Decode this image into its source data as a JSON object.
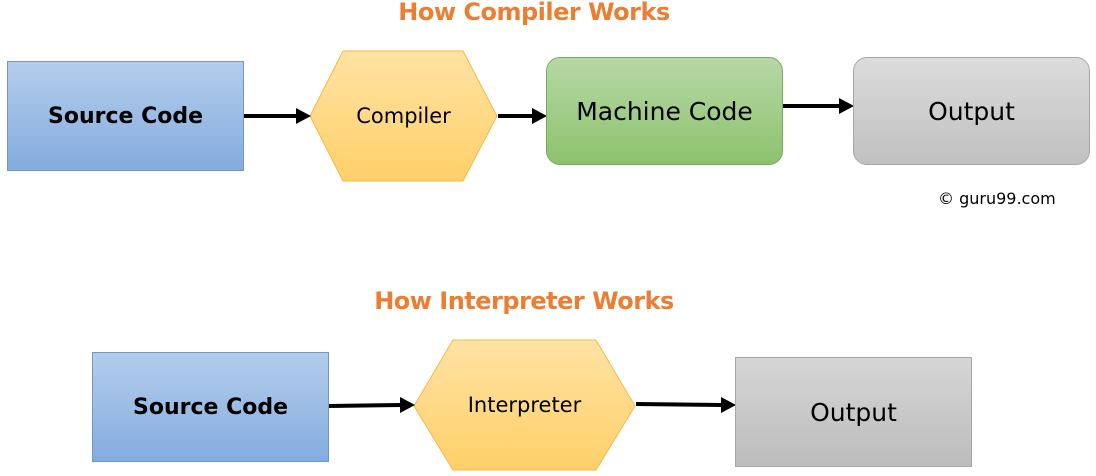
{
  "compiler_section": {
    "title": "How Compiler Works",
    "source": "Source Code",
    "processor": "Compiler",
    "intermediate": "Machine Code",
    "output": "Output"
  },
  "interpreter_section": {
    "title": "How Interpreter Works",
    "source": "Source Code",
    "processor": "Interpreter",
    "output": "Output"
  },
  "copyright": "© guru99.com",
  "colors": {
    "title": "#ed7d31",
    "source_box": "#9dbde6",
    "processor_hexagon": "#ffd77c",
    "machine_code_box": "#a3cd8a",
    "output_box": "#cfcfcf",
    "arrow": "#000000"
  }
}
